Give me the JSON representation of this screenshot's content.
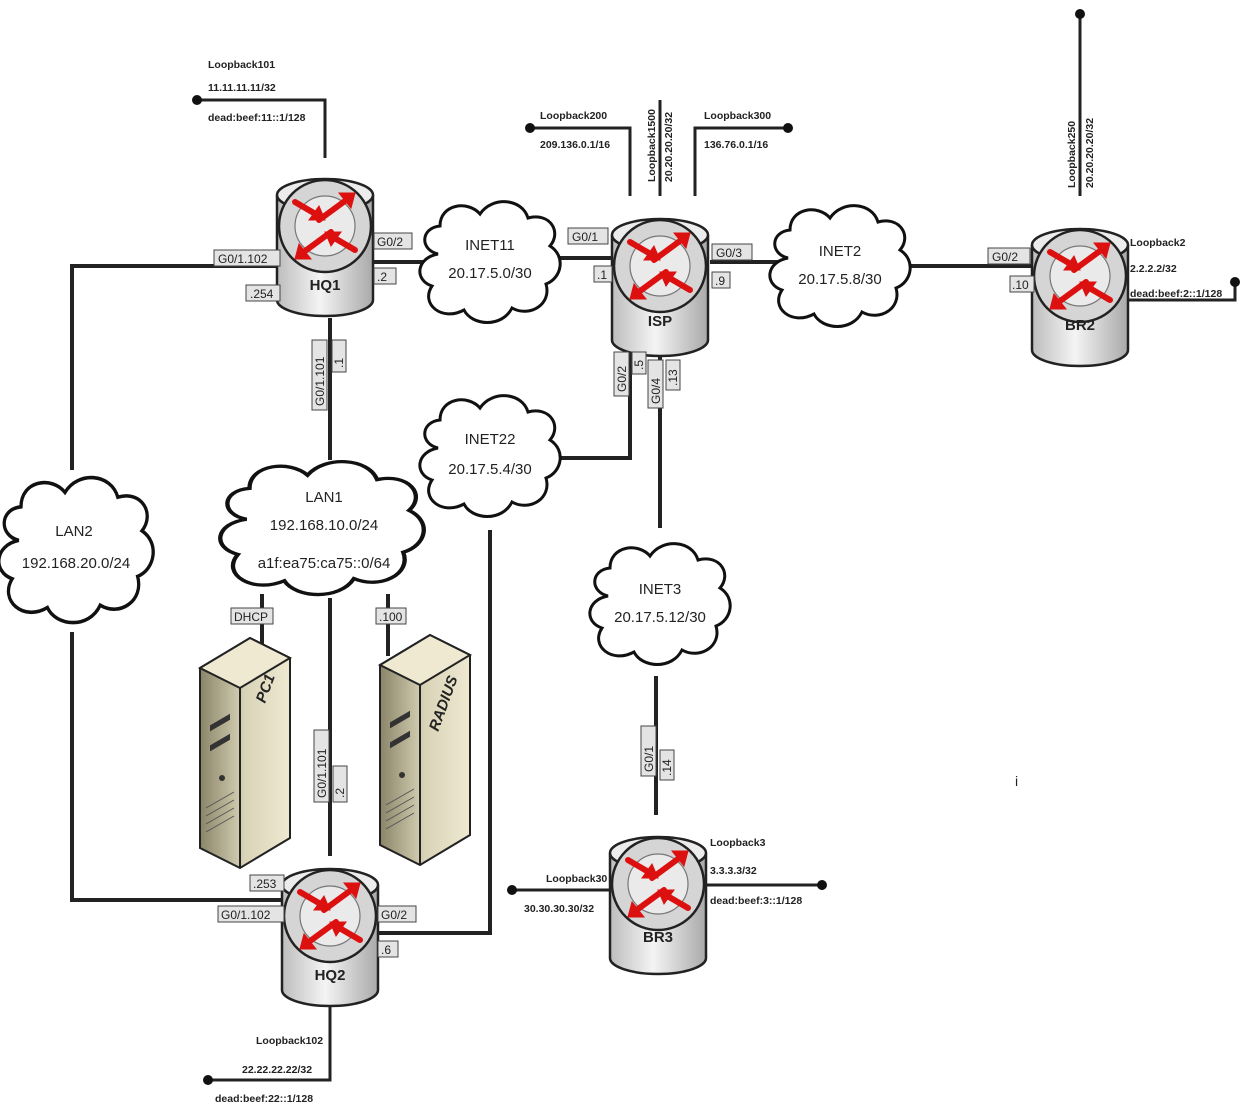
{
  "routers": {
    "hq1": {
      "name": "HQ1"
    },
    "hq2": {
      "name": "HQ2"
    },
    "isp": {
      "name": "ISP"
    },
    "br2": {
      "name": "BR2"
    },
    "br3": {
      "name": "BR3"
    }
  },
  "clouds": {
    "inet11": {
      "name": "INET11",
      "subnet": "20.17.5.0/30"
    },
    "inet2": {
      "name": "INET2",
      "subnet": "20.17.5.8/30"
    },
    "inet22": {
      "name": "INET22",
      "subnet": "20.17.5.4/30"
    },
    "inet3": {
      "name": "INET3",
      "subnet": "20.17.5.12/30"
    },
    "lan1": {
      "name": "LAN1",
      "subnet": "192.168.10.0/24",
      "ipv6": "a1f:ea75:ca75::0/64"
    },
    "lan2": {
      "name": "LAN2",
      "subnet": "192.168.20.0/24"
    }
  },
  "loopbacks": {
    "hq1_lb101": {
      "name": "Loopback101",
      "ipv4": "11.11.11.11/32",
      "ipv6": "dead:beef:11::1/128"
    },
    "isp_lb200": {
      "name": "Loopback200",
      "ipv4": "209.136.0.1/16"
    },
    "isp_lb300": {
      "name": "Loopback300",
      "ipv4": "136.76.0.1/16"
    },
    "isp_lb_top": {
      "name": "Loopback1500",
      "ipv4": "20.20.20.20/32"
    },
    "br2_lb_top": {
      "name": "Loopback250",
      "ipv4": "20.20.20.20/32"
    },
    "br2_lb2": {
      "name": "Loopback2",
      "ipv4": "2.2.2.2/32",
      "ipv6": "dead:beef:2::1/128"
    },
    "br3_lb30": {
      "name": "Loopback30",
      "ipv4": "30.30.30.30/32"
    },
    "br3_lb3": {
      "name": "Loopback3",
      "ipv4": "3.3.3.3/32",
      "ipv6": "dead:beef:3::1/128"
    },
    "hq2_lb102": {
      "name": "Loopback102",
      "ipv4": "22.22.22.22/32",
      "ipv6": "dead:beef:22::1/128"
    }
  },
  "ports": {
    "hq1_g01102": "G0/1.102",
    "hq1_254": ".254",
    "hq1_g02": "G0/2",
    "hq1_dot2": ".2",
    "hq1_g01101": "G0/1.101",
    "hq1_dot1": ".1",
    "isp_g01": "G0/1",
    "isp_dot1": ".1",
    "isp_g03": "G0/3",
    "isp_dot9": ".9",
    "isp_g02": "G0/2",
    "isp_dot5": ".5",
    "isp_g04": "G0/4",
    "isp_dot13": ".13",
    "br2_g02": "G0/2",
    "br2_dot10": ".10",
    "br3_g01": "G0/1",
    "br3_dot14": ".14",
    "hq2_253": ".253",
    "hq2_g01102": "G0/1.102",
    "hq2_g01101": "G0/1.101",
    "hq2_dot2": ".2",
    "hq2_g02": "G0/2",
    "hq2_dot6": ".6",
    "pc1_dhcp": "DHCP",
    "radius_100": ".100"
  },
  "servers": {
    "pc1": {
      "name": "PC1"
    },
    "radius": {
      "name": "RADIUS"
    }
  },
  "colors": {
    "router_arrow": "#dd1010",
    "router_body": "#d8d8d8",
    "line": "#222222",
    "stray_mark": "i"
  }
}
